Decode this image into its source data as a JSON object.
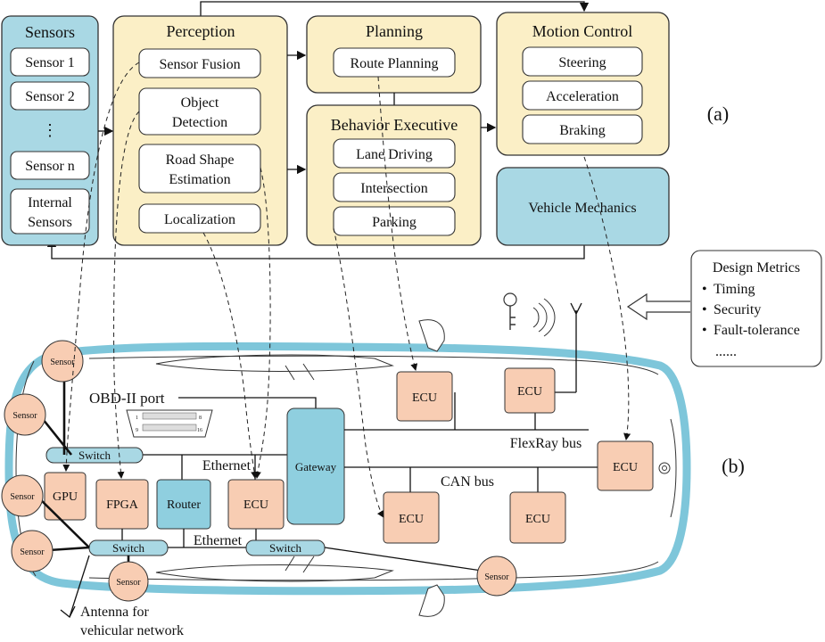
{
  "sensors_group": {
    "title": "Sensors",
    "items": [
      "Sensor 1",
      "Sensor 2",
      "⋮",
      "Sensor n",
      "Internal",
      "Sensors"
    ]
  },
  "perception": {
    "title": "Perception",
    "sensor_fusion": "Sensor Fusion",
    "object_detection_1": "Object",
    "object_detection_2": "Detection",
    "road_shape_1": "Road Shape",
    "road_shape_2": "Estimation",
    "localization": "Localization"
  },
  "planning": {
    "title": "Planning",
    "route_planning": "Route Planning"
  },
  "behavior": {
    "title": "Behavior Executive",
    "items": [
      "Lane Driving",
      "Intersection",
      "Parking"
    ]
  },
  "motion_control": {
    "title": "Motion Control",
    "items": [
      "Steering",
      "Acceleration",
      "Braking"
    ]
  },
  "vehicle_mechanics": "Vehicle Mechanics",
  "label_a": "(a)",
  "label_b": "(b)",
  "design_metrics": {
    "title": "Design Metrics",
    "items": [
      "Timing",
      "Security",
      "Fault-tolerance"
    ],
    "more": "......",
    "bullet": "•"
  },
  "network": {
    "obd_port": "OBD-II port",
    "obd_pin_1": "1",
    "obd_pin_8": "8",
    "obd_pin_9": "9",
    "obd_pin_16": "16",
    "ecu": "ECU",
    "gateway": "Gateway",
    "router": "Router",
    "gpu": "GPU",
    "fpga": "FPGA",
    "switch": "Switch",
    "sensor": "Sensor",
    "ethernet": "Ethernet",
    "flexray_bus": "FlexRay bus",
    "can_bus": "CAN bus",
    "antenna_1": "Antenna for",
    "antenna_2": "vehicular network"
  }
}
